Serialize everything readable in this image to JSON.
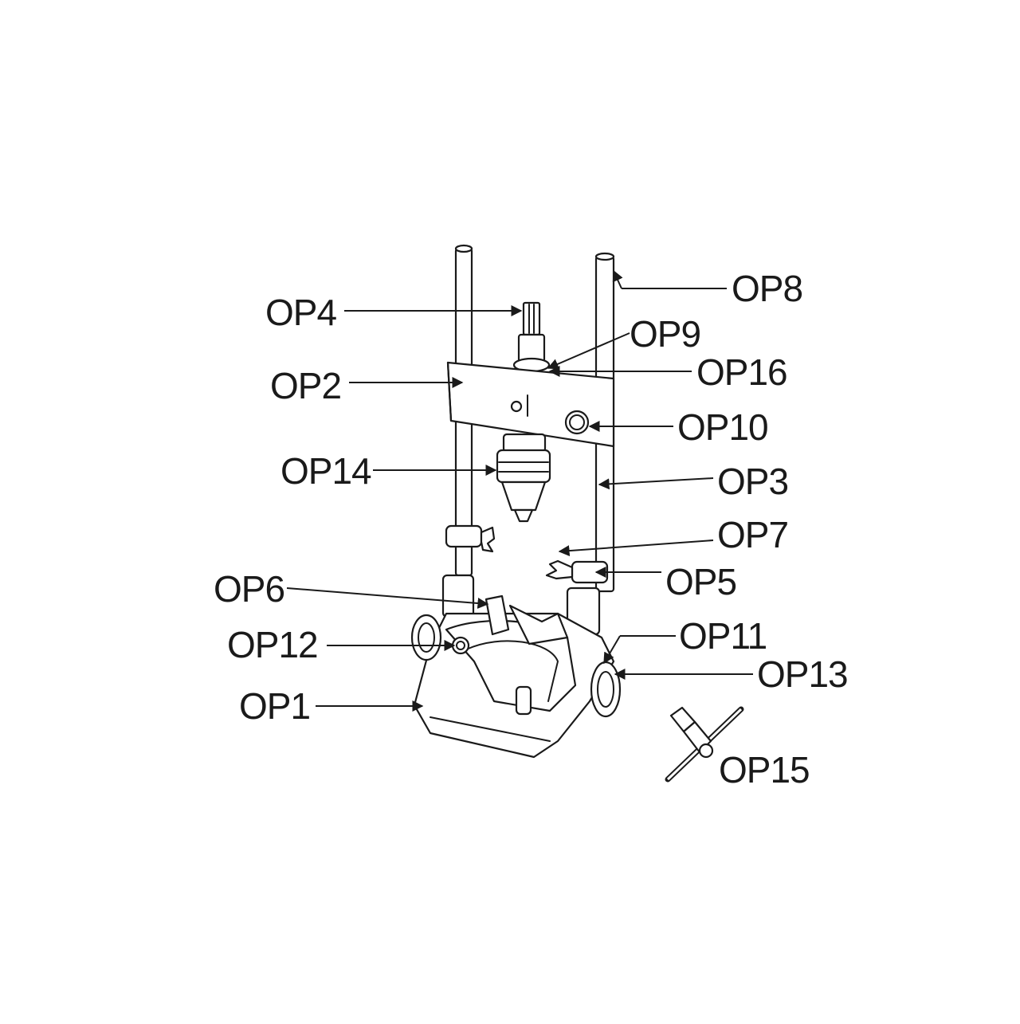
{
  "diagram": {
    "stroke_color": "#1a1a1a",
    "background": "#ffffff",
    "subject": "drill-stand",
    "callouts": [
      {
        "id": "OP1",
        "text": "OP1"
      },
      {
        "id": "OP2",
        "text": "OP2"
      },
      {
        "id": "OP3",
        "text": "OP3"
      },
      {
        "id": "OP4",
        "text": "OP4"
      },
      {
        "id": "OP5",
        "text": "OP5"
      },
      {
        "id": "OP6",
        "text": "OP6"
      },
      {
        "id": "OP7",
        "text": "OP7"
      },
      {
        "id": "OP8",
        "text": "OP8"
      },
      {
        "id": "OP9",
        "text": "OP9"
      },
      {
        "id": "OP10",
        "text": "OP10"
      },
      {
        "id": "OP11",
        "text": "OP11"
      },
      {
        "id": "OP12",
        "text": "OP12"
      },
      {
        "id": "OP13",
        "text": "OP13"
      },
      {
        "id": "OP14",
        "text": "OP14"
      },
      {
        "id": "OP15",
        "text": "OP15"
      },
      {
        "id": "OP16",
        "text": "OP16"
      }
    ]
  }
}
